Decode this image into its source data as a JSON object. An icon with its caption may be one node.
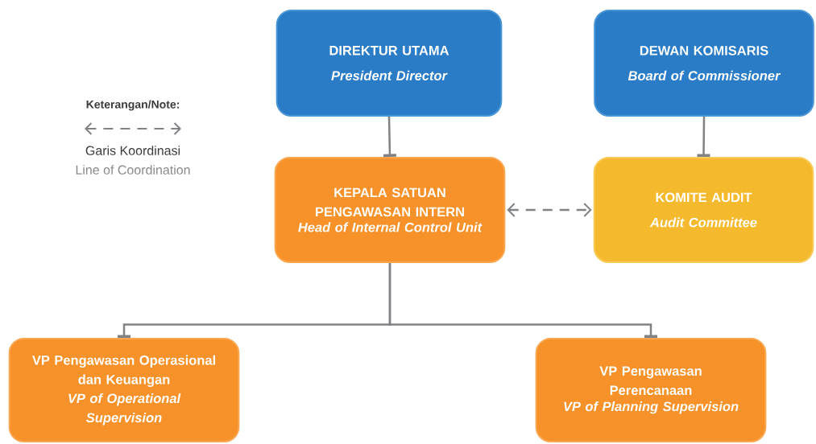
{
  "diagram": {
    "nodes": [
      {
        "text": [
          "DIREKTUR UTAMA",
          "President Director"
        ]
      },
      {
        "text": [
          "DEWAN KOMISARIS",
          "Board of Commissioner"
        ]
      },
      {
        "text": [
          "KEPALA SATUAN PENGAWASAN INTERN",
          "Head of Internal Control Unit"
        ]
      },
      {
        "text": [
          "KOMITE AUDIT",
          "Audit Committee"
        ]
      },
      {
        "text": [
          "VP Pengawasan Operasional dan Keuangan",
          "VP of Operational Supervision"
        ]
      },
      {
        "text": [
          "VP Pengawasan Perencanaan",
          "VP of Planning Supervision"
        ]
      }
    ],
    "edges": [
      {
        "from": 0,
        "to": 2,
        "arrow": "other"
      },
      {
        "from": 1,
        "to": 3,
        "arrow": "other"
      },
      {
        "from": 2,
        "to": 3,
        "arrow": "both",
        "style": "dashed"
      },
      {
        "from": 2,
        "to": 4,
        "arrow": "other"
      },
      {
        "from": 2,
        "to": 5,
        "arrow": "other"
      }
    ],
    "labels": [
      "Keterangan/Note:"
    ],
    "legend": [
      {
        "text": "Garis Koordinasi"
      },
      {
        "text": "Line of Coordination"
      }
    ]
  }
}
